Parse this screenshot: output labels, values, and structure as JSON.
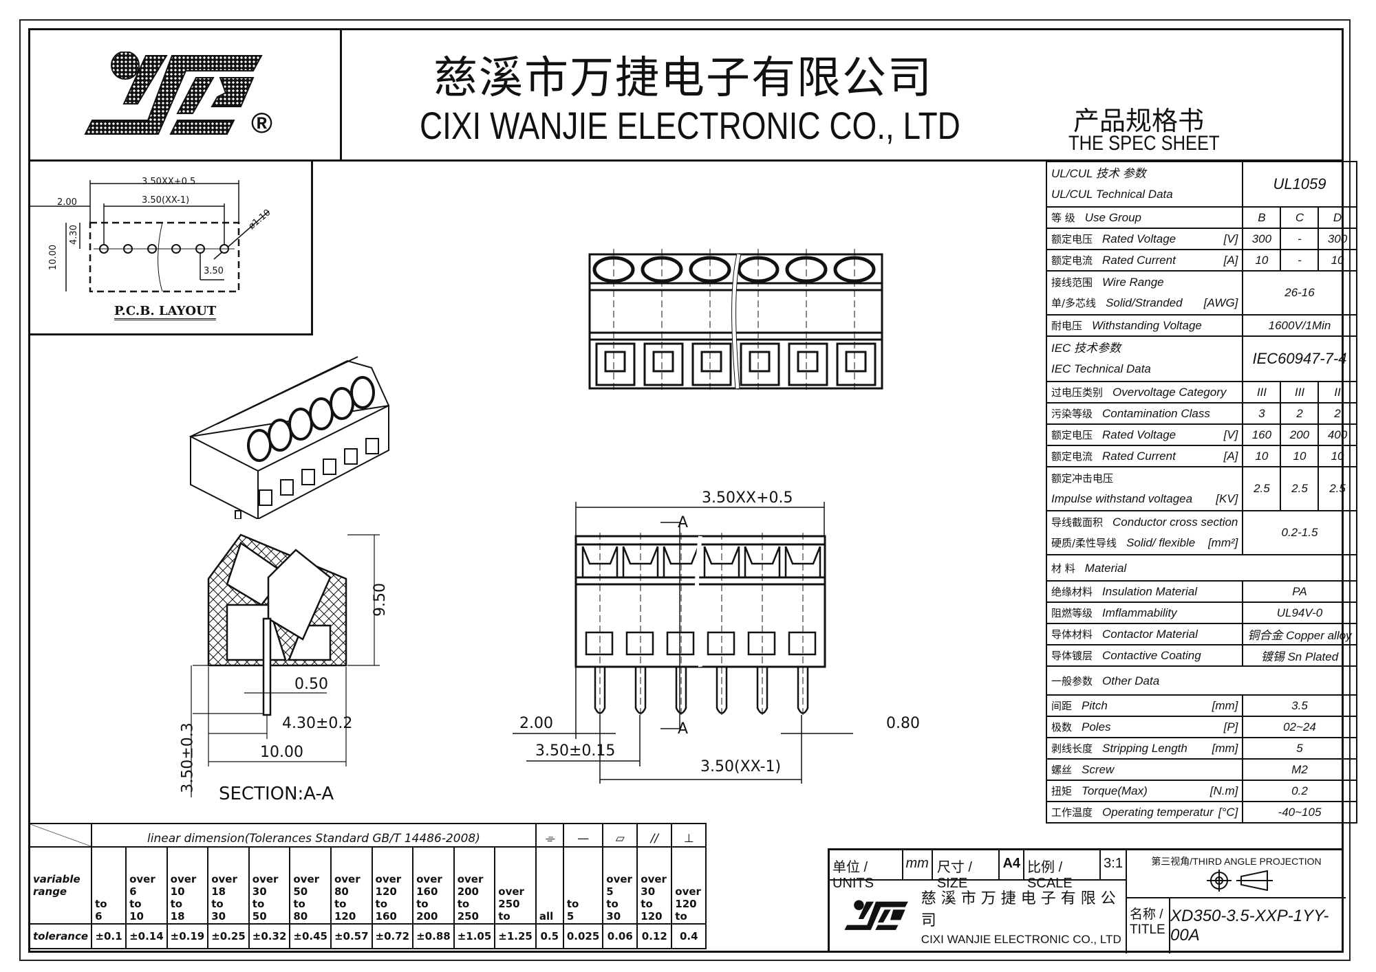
{
  "header": {
    "company_cn": "慈溪市万捷电子有限公司",
    "company_en": "CIXI WANJIE ELECTRONIC CO., LTD",
    "doc_type_cn": "产品规格书",
    "doc_type_en": "THE SPEC SHEET",
    "logo_icon": "yjd-logo-icon",
    "registered_mark": "®"
  },
  "pcb_layout": {
    "title": "P.C.B. LAYOUT",
    "dim_total": "3.50XX+0.5",
    "dim_pitch_span": "3.50(XX-1)",
    "dim_edge": "2.00",
    "dim_depth": "10.00",
    "dim_row_offset": "4.30",
    "dim_pitch": "3.50",
    "dim_hole": "ø1.10"
  },
  "front_view": {
    "dim_total": "3.50XX+0.5",
    "section_mark": "A",
    "dim_edge": "2.00",
    "dim_pitch": "3.50±0.15",
    "dim_pitch_span": "3.50(XX-1)",
    "dim_pin": "0.80"
  },
  "section_view": {
    "title": "SECTION:A-A",
    "dim_height": "9.50",
    "dim_pin_thk": "0.50",
    "dim_pin_pos": "4.30±0.2",
    "dim_depth": "10.00",
    "dim_pin_len": "3.50±0.3"
  },
  "spec_table": {
    "ul_header": {
      "cn": "UL/CUL    技术 参数",
      "en": "UL/CUL    Technical Data",
      "value": "UL1059"
    },
    "use_group": {
      "cn": "等 级",
      "en": "Use Group",
      "cols": [
        "B",
        "C",
        "D"
      ]
    },
    "ul_rows": [
      {
        "cn": "额定电压",
        "en": "Rated Voltage",
        "unit": "[V]",
        "values": [
          "300",
          "-",
          "300"
        ]
      },
      {
        "cn": "额定电流",
        "en": "Rated Current",
        "unit": "[A]",
        "values": [
          "10",
          "-",
          "10"
        ]
      }
    ],
    "wire_range": {
      "cn1": "接线范围",
      "en1": "Wire Range",
      "cn2": "单/多芯线",
      "en2": "Solid/Stranded",
      "unit": "[AWG]",
      "value": "26-16"
    },
    "withstanding": {
      "cn": "耐电压",
      "en": "Withstanding Voltage",
      "value": "1600V/1Min"
    },
    "iec_header": {
      "cn": "IEC   技术参数",
      "en": "IEC   Technical Data",
      "value": "IEC60947-7-4"
    },
    "iec_rows": [
      {
        "cn": "过电压类别",
        "en": "Overvoltage Category",
        "unit": "",
        "values": [
          "III",
          "III",
          "II"
        ]
      },
      {
        "cn": "污染等级",
        "en": "Contamination Class",
        "unit": "",
        "values": [
          "3",
          "2",
          "2"
        ]
      },
      {
        "cn": "额定电压",
        "en": "Rated Voltage",
        "unit": "[V]",
        "values": [
          "160",
          "200",
          "400"
        ]
      },
      {
        "cn": "额定电流",
        "en": "Rated Current",
        "unit": "[A]",
        "values": [
          "10",
          "10",
          "10"
        ]
      }
    ],
    "impulse": {
      "cn": "额定冲击电压",
      "en": "Impulse withstand voltagea",
      "unit": "[KV]",
      "values": [
        "2.5",
        "2.5",
        "2.5"
      ]
    },
    "conductor": {
      "cn1": "导线截面积",
      "en1": "Conductor cross section",
      "cn2": "硬质/柔性导线",
      "en2": "Solid/ flexible",
      "unit": "[mm²]",
      "value": "0.2-1.5"
    },
    "material_header": {
      "cn": "材 料",
      "en": "Material"
    },
    "material_rows": [
      {
        "cn": "绝缘材料",
        "en": "Insulation Material",
        "value": "PA"
      },
      {
        "cn": "阻燃等级",
        "en": "Imflammability",
        "value": "UL94V-0"
      },
      {
        "cn": "导体材料",
        "en": "Contactor Material",
        "value": "铜合金 Copper alloy"
      },
      {
        "cn": "导体镀层",
        "en": "Contactive Coating",
        "value": "镀锡 Sn Plated"
      }
    ],
    "other_header": {
      "cn": "一般参数",
      "en": "Other Data"
    },
    "other_rows": [
      {
        "cn": "间距",
        "en": "Pitch",
        "unit": "[mm]",
        "value": "3.5"
      },
      {
        "cn": "极数",
        "en": "Poles",
        "unit": "[P]",
        "value": "02~24"
      },
      {
        "cn": "剥线长度",
        "en": "Stripping Length",
        "unit": "[mm]",
        "value": "5"
      },
      {
        "cn": "螺丝",
        "en": "Screw",
        "unit": "",
        "value": "M2"
      },
      {
        "cn": "扭矩",
        "en": "Torque(Max)",
        "unit": "[N.m]",
        "value": "0.2"
      },
      {
        "cn": "工作温度",
        "en": "Operating temperatur",
        "unit": "[°C]",
        "value": "-40~105"
      }
    ]
  },
  "tolerance_table": {
    "header": "linear dimension(Tolerances Standard GB/T 14486-2008)",
    "symbols": [
      "⌯",
      "—",
      "▱",
      "//",
      "⊥"
    ],
    "row_label": "variable range",
    "tol_label": "tolerance",
    "ranges": [
      "to 6",
      "over 6 to 10",
      "over 10 to 18",
      "over 18 to 30",
      "over 30 to 50",
      "over 50 to 80",
      "over 80 to 120",
      "over 120 to 160",
      "over 160 to 200",
      "over 200 to 250",
      "over 250 to",
      "all",
      "to 5",
      "over 5 to 30",
      "over 30 to 120",
      "over 120 to"
    ],
    "tolerances": [
      "±0.1",
      "±0.14",
      "±0.19",
      "±0.25",
      "±0.32",
      "±0.45",
      "±0.57",
      "±0.72",
      "±0.88",
      "±1.05",
      "±1.25",
      "0.5",
      "0.025",
      "0.06",
      "0.12",
      "0.4"
    ]
  },
  "title_block": {
    "units_label": "单位 / UNITS",
    "units_value": "mm",
    "size_label": "尺寸 / SIZE",
    "size_value": "A4",
    "scale_label": "比例 / SCALE",
    "scale_value": "3:1",
    "projection": "第三视角/THIRD ANGLE PROJECTION",
    "company_cn": "慈 溪 市 万 捷 电 子 有 限 公 司",
    "company_en": "CIXI WANJIE ELECTRONIC CO., LTD",
    "name_label": "名称 / TITLE",
    "part_number": "XD350-3.5-XXP-1YY-00A"
  }
}
